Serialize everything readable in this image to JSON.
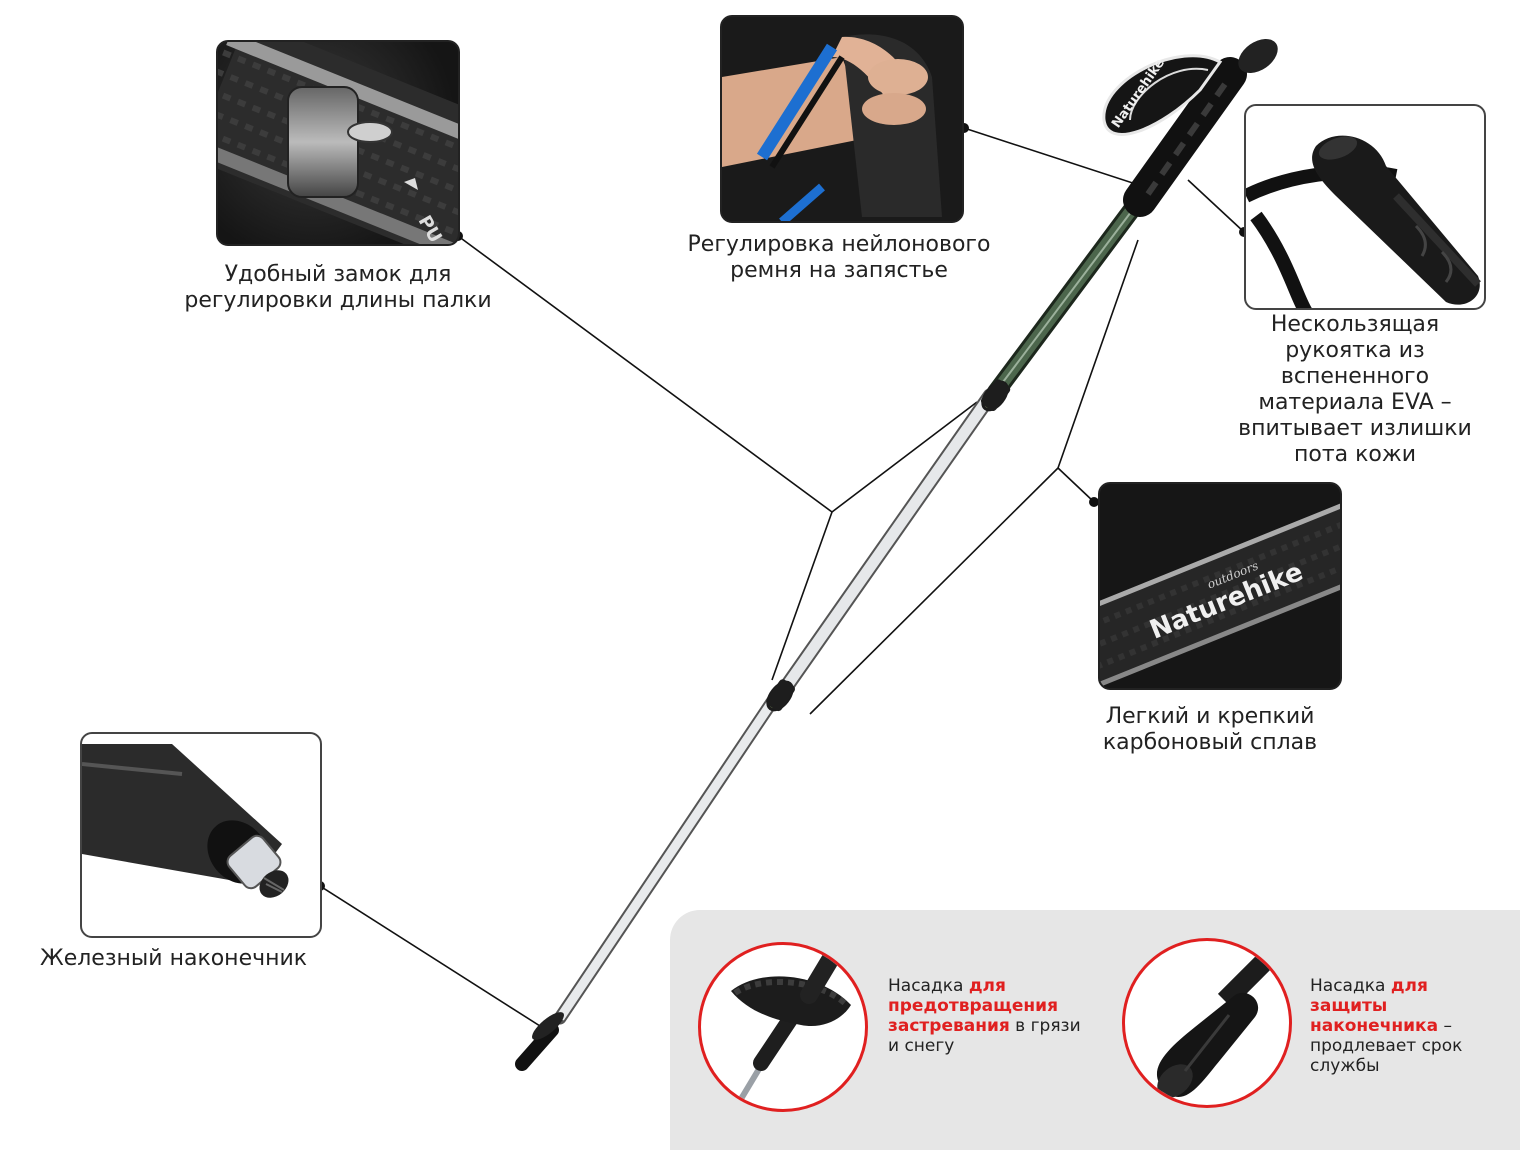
{
  "features": {
    "lock": {
      "line1": "Удобный замок для",
      "line2": "регулировки длины палки",
      "icon": "lever-lock-icon"
    },
    "strap": {
      "line1": "Регулировка нейлонового",
      "line2": "ремня на запястье",
      "icon": "wrist-strap-icon"
    },
    "handle": {
      "lines": [
        "Нескользящая",
        "рукоятка из",
        "вспененного",
        "материала EVA –",
        "впитывает излишки",
        "пота кожи"
      ],
      "icon": "eva-grip-icon"
    },
    "carbon": {
      "line1": "Легкий и крепкий",
      "line2": "карбоновый сплав",
      "brand": "Naturehike",
      "brand_sub": "outdoors",
      "icon": "carbon-tube-icon"
    },
    "tip": {
      "label": "Железный наконечник",
      "icon": "iron-tip-icon"
    },
    "lock_photo_text": "PU"
  },
  "pole": {
    "brand": "Naturehike"
  },
  "attachments": {
    "mud": {
      "prefix": "Насадка ",
      "highlight": "для предотвращения застревания",
      "suffix": " в грязи и снегу",
      "icon": "mud-basket-icon"
    },
    "tip_cover": {
      "prefix": "Насадка ",
      "highlight": "для защиты наконечника",
      "suffix": " – продлевает срок службы",
      "icon": "rubber-tip-cover-icon"
    }
  },
  "colors": {
    "accent_red": "#e02020",
    "pole_green": "#3f5a3f",
    "panel_gray": "#e6e6e6"
  }
}
